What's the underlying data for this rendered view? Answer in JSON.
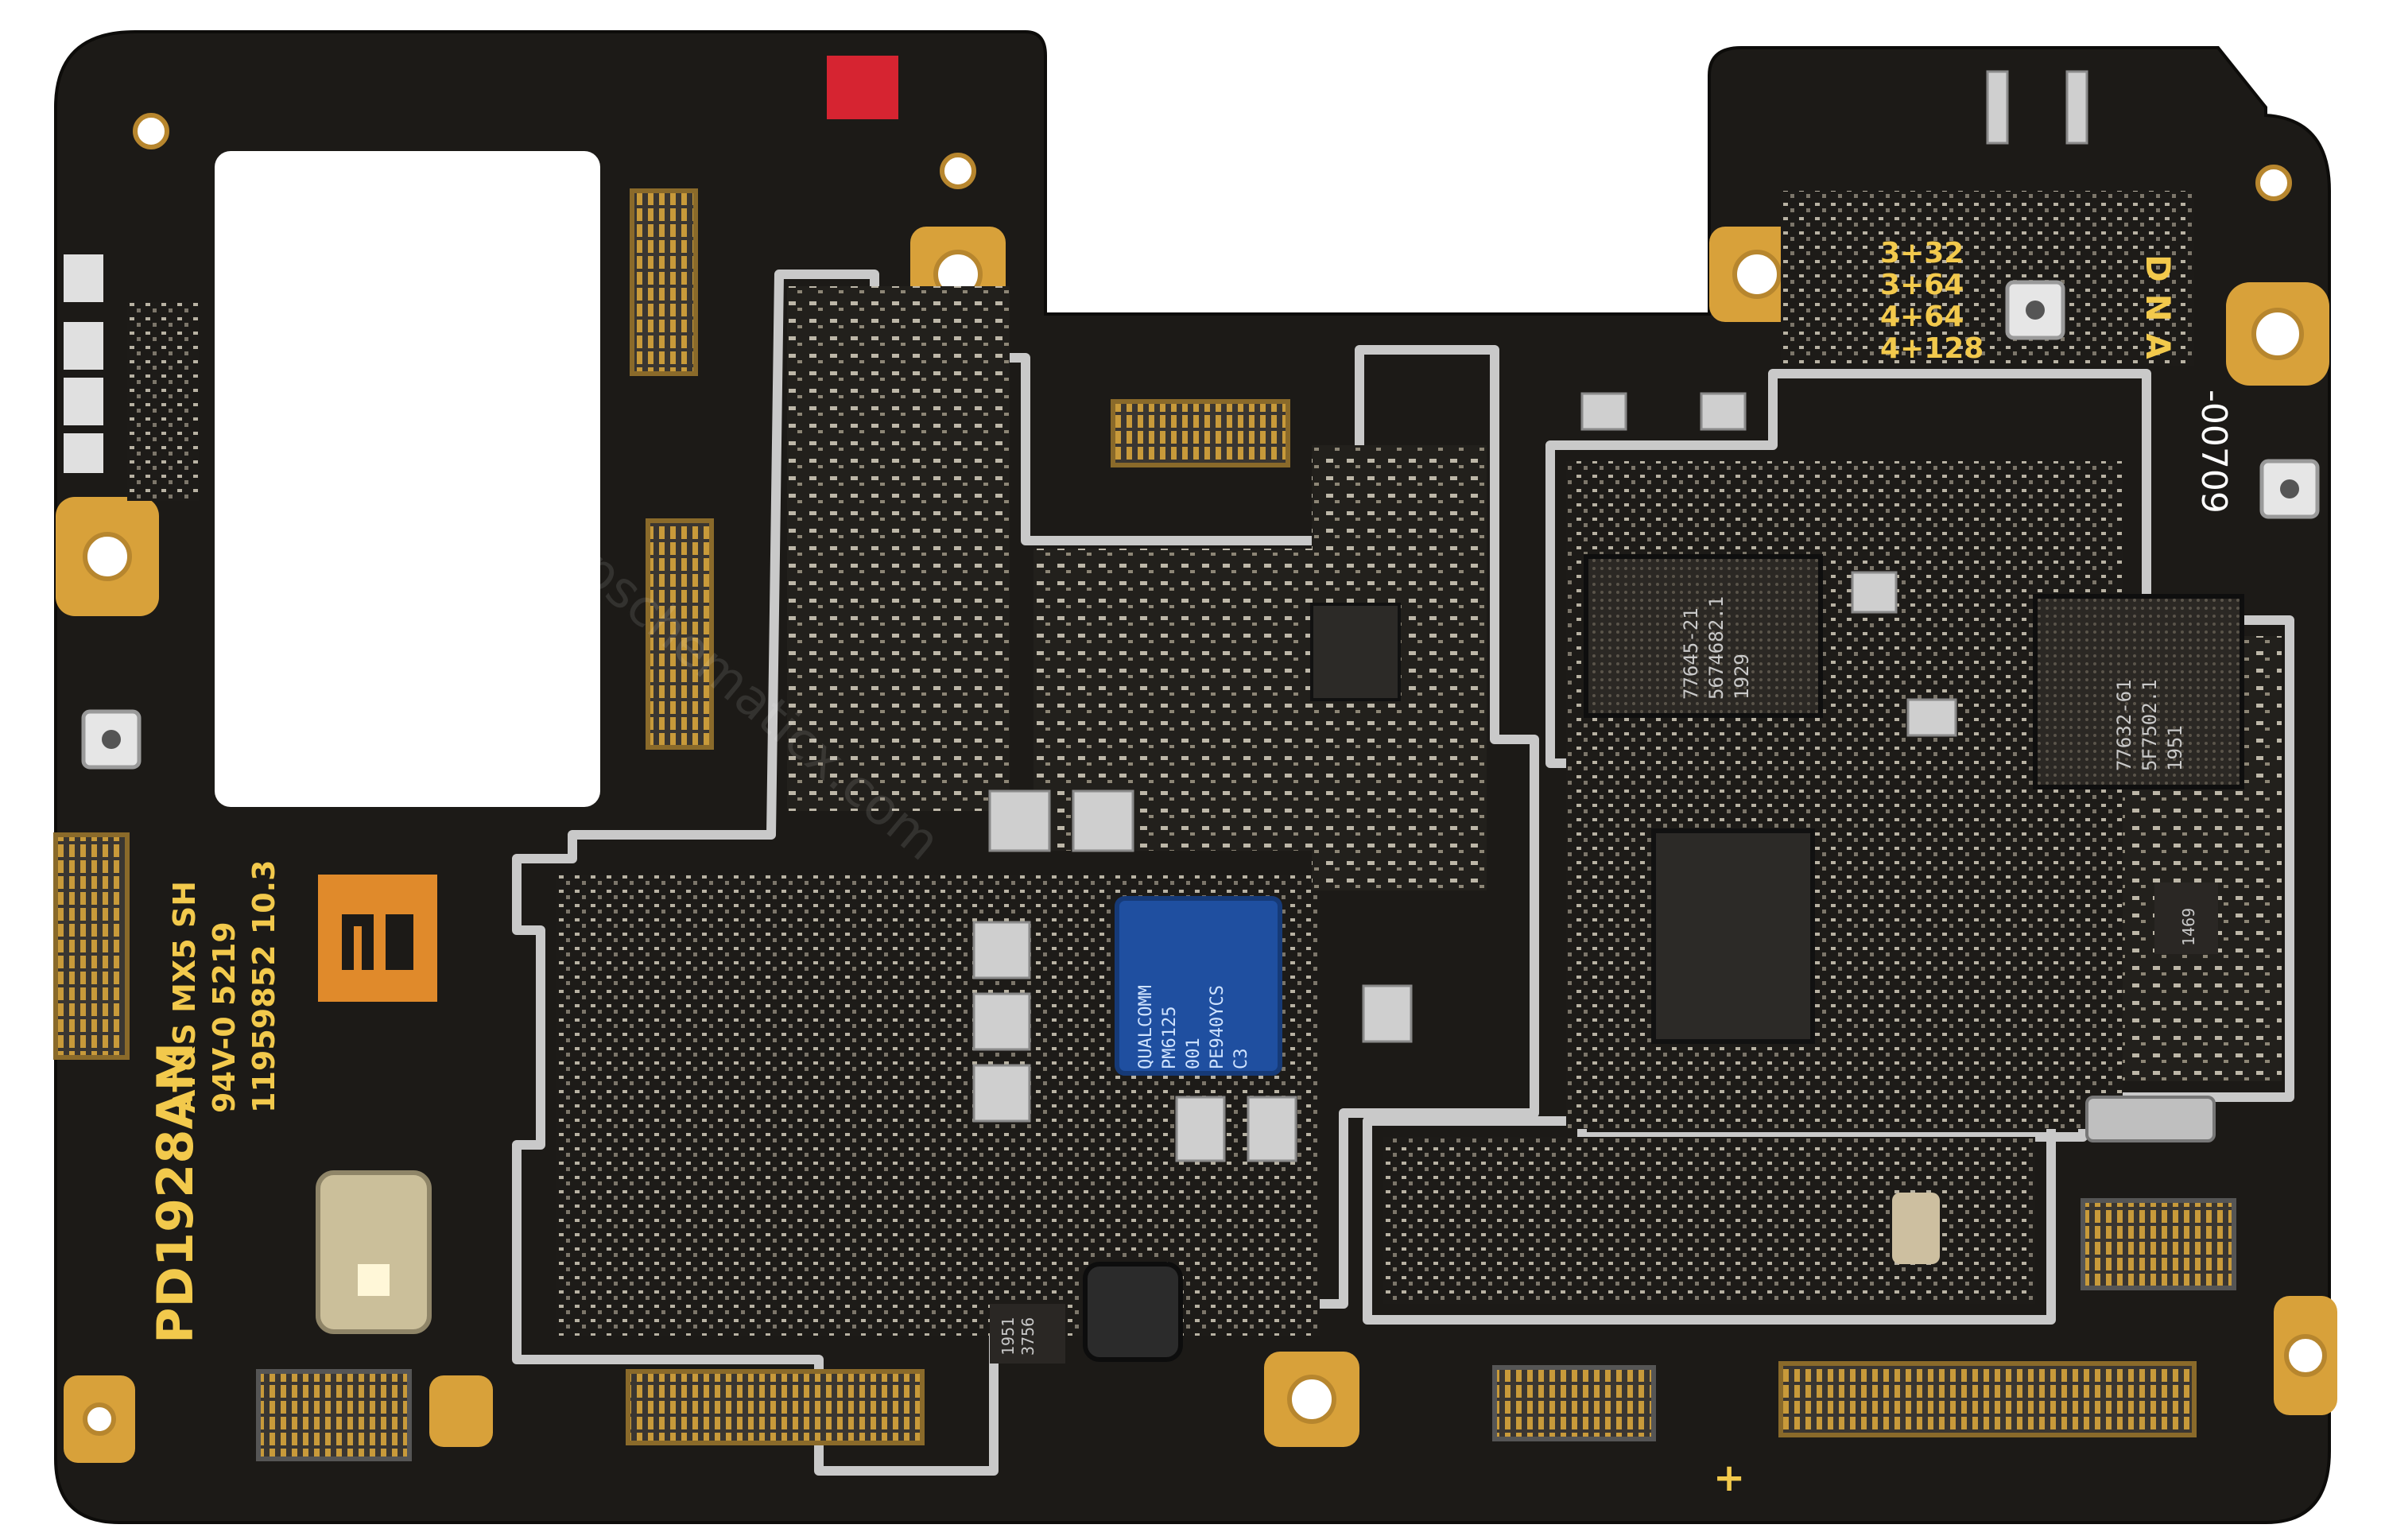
{
  "board": {
    "model_label": "PD1928AM",
    "fab_line1": "AT&S MX5 SH",
    "fab_line2": "94V-0  5219",
    "fab_line3": "11959852 10.3",
    "memory_options": [
      "3+32",
      "3+64",
      "4+64",
      "4+128"
    ],
    "dna_label": "D N A",
    "serial_fragment": "-00709",
    "plus_marker": "+",
    "watermark": "cpschematicx.com"
  },
  "chips": {
    "pmic": [
      "QUALCOMM",
      "PM6125",
      "001",
      "PE940YCS",
      "C3"
    ],
    "pa_left": [
      "77645-21",
      "5674682.1",
      "1929"
    ],
    "pa_right": [
      "77632-61",
      "5F7502.1",
      "1951"
    ],
    "small_a": "1951",
    "small_b": "3756",
    "small_c": "1469"
  },
  "colors": {
    "pcb": "#1c1a17",
    "gold": "#d8a13a",
    "shield": "#c9c9c9",
    "pmic": "#1f4fa0",
    "sticker": "#d62431",
    "logo": "#e08a2b"
  }
}
